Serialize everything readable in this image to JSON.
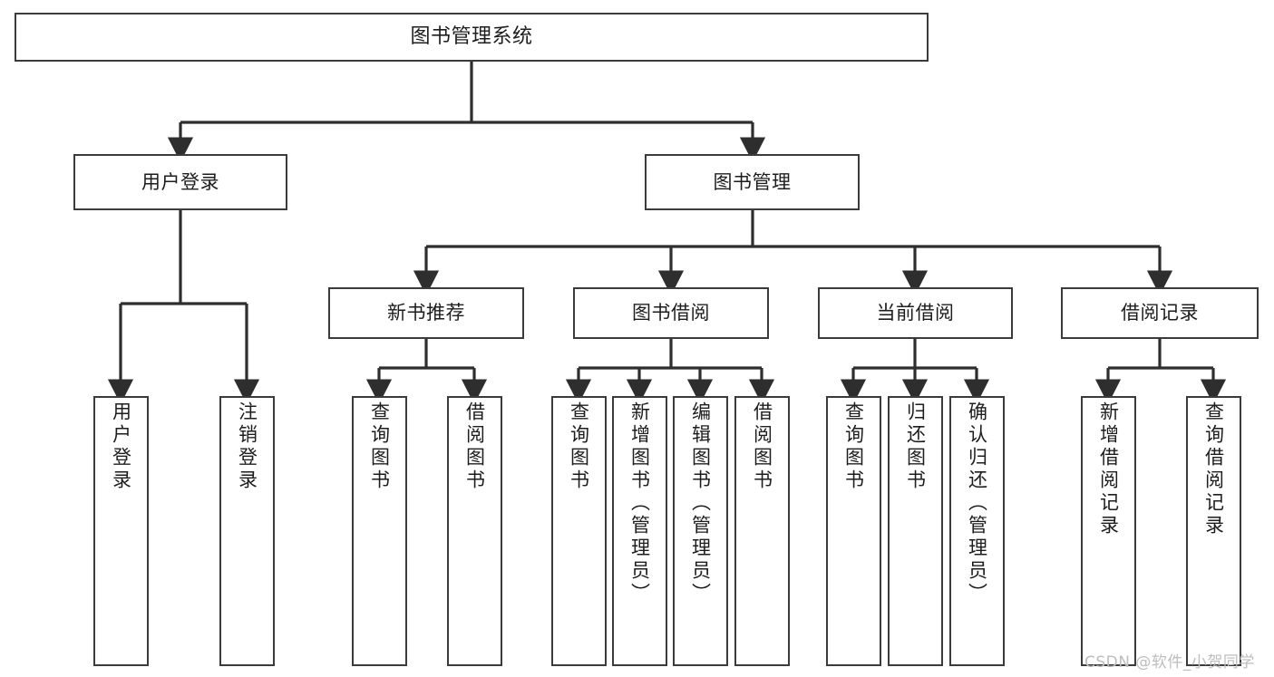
{
  "diagram": {
    "type": "tree-hierarchy-diagram",
    "title": "图书管理系统",
    "watermark": "CSDN @软件_小贺同学",
    "colors": {
      "stroke": "#3b3b3b",
      "fill": "#ffffff",
      "text": "#1d1d1d",
      "watermark": "#bdbdbd"
    },
    "levels": {
      "level1": [
        {
          "id": "root",
          "label": "图书管理系统",
          "orientation": "horizontal"
        }
      ],
      "level2": [
        {
          "id": "user-login",
          "label": "用户登录",
          "orientation": "horizontal"
        },
        {
          "id": "book-manage",
          "label": "图书管理",
          "orientation": "horizontal"
        }
      ],
      "level3": [
        {
          "id": "new-book-rec",
          "label": "新书推荐",
          "orientation": "horizontal"
        },
        {
          "id": "book-borrow",
          "label": "图书借阅",
          "orientation": "horizontal"
        },
        {
          "id": "current-borrow",
          "label": "当前借阅",
          "orientation": "horizontal"
        },
        {
          "id": "borrow-record",
          "label": "借阅记录",
          "orientation": "horizontal"
        }
      ],
      "level4": [
        {
          "id": "leaf-user-login",
          "label": "用户登录",
          "orientation": "vertical",
          "parent": "user-login"
        },
        {
          "id": "leaf-logout",
          "label": "注销登录",
          "orientation": "vertical",
          "parent": "user-login"
        },
        {
          "id": "leaf-query-book-1",
          "label": "查询图书",
          "orientation": "vertical",
          "parent": "new-book-rec"
        },
        {
          "id": "leaf-borrow-book-1",
          "label": "借阅图书",
          "orientation": "vertical",
          "parent": "new-book-rec"
        },
        {
          "id": "leaf-query-book-2",
          "label": "查询图书",
          "orientation": "vertical",
          "parent": "book-borrow"
        },
        {
          "id": "leaf-add-book",
          "label": "新增图书（管理员）",
          "orientation": "vertical",
          "parent": "book-borrow"
        },
        {
          "id": "leaf-edit-book",
          "label": "编辑图书（管理员）",
          "orientation": "vertical",
          "parent": "book-borrow"
        },
        {
          "id": "leaf-borrow-book-2",
          "label": "借阅图书",
          "orientation": "vertical",
          "parent": "book-borrow"
        },
        {
          "id": "leaf-query-book-3",
          "label": "查询图书",
          "orientation": "vertical",
          "parent": "current-borrow"
        },
        {
          "id": "leaf-return-book",
          "label": "归还图书",
          "orientation": "vertical",
          "parent": "current-borrow"
        },
        {
          "id": "leaf-confirm-return",
          "label": "确认归还（管理员）",
          "orientation": "vertical",
          "parent": "current-borrow"
        },
        {
          "id": "leaf-add-record",
          "label": "新增借阅记录",
          "orientation": "vertical",
          "parent": "borrow-record"
        },
        {
          "id": "leaf-query-record",
          "label": "查询借阅记录",
          "orientation": "vertical",
          "parent": "borrow-record"
        }
      ]
    }
  }
}
